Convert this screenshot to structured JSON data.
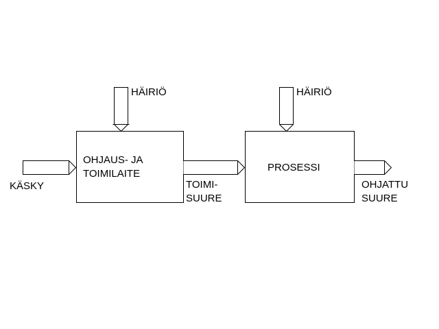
{
  "blocks": {
    "controller": {
      "line1": "OHJAUS- JA",
      "line2": "TOIMILAITE"
    },
    "process": {
      "label": "PROSESSI"
    }
  },
  "signals": {
    "command": "KÄSKY",
    "disturbance1": "HÄIRIÖ",
    "disturbance2": "HÄIRIÖ",
    "manipulated": {
      "line1": "TOIMI-",
      "line2": "SUURE"
    },
    "controlled": {
      "line1": "OHJATTU",
      "line2": "SUURE"
    }
  }
}
